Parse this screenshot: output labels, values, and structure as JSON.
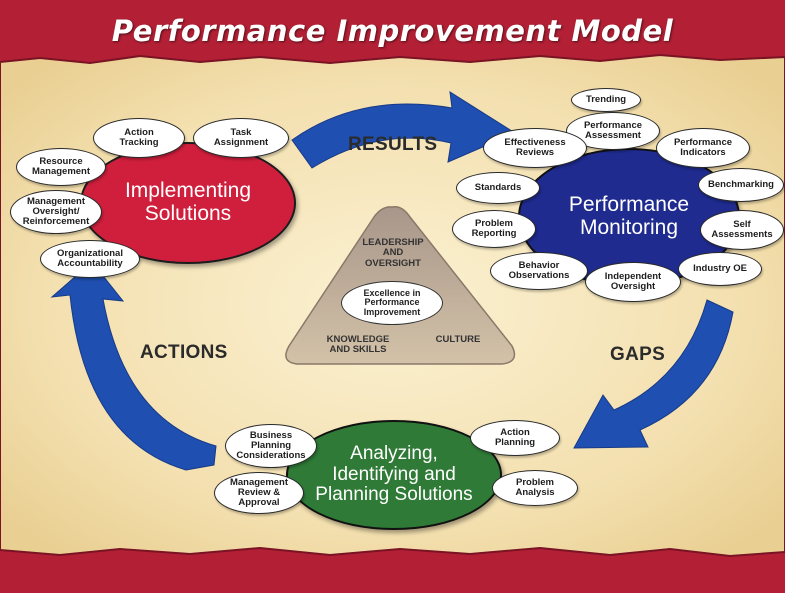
{
  "title": "Performance Improvement Model",
  "colors": {
    "border_red": "#b32035",
    "parchment": "#f6e8c2",
    "implementing": "#cf1f3c",
    "monitoring": "#1f2b8f",
    "analyzing": "#2e7a36",
    "arrow_blue": "#1f4fb0",
    "triangle": "#c5b3a0"
  },
  "hubs": {
    "implementing": "Implementing\nSolutions",
    "monitoring": "Performance\nMonitoring",
    "analyzing": "Analyzing,\nIdentifying and\nPlanning Solutions"
  },
  "flow_labels": {
    "results": "RESULTS",
    "gaps": "GAPS",
    "actions": "ACTIONS"
  },
  "implementing_items": {
    "action_tracking": "Action\nTracking",
    "task_assignment": "Task\nAssignment",
    "resource_management": "Resource\nManagement",
    "management_oversight": "Management\nOversight/\nReinforcement",
    "organizational_accountability": "Organizational\nAccountability"
  },
  "monitoring_items": {
    "trending": "Trending",
    "performance_assessment": "Performance\nAssessment",
    "effectiveness_reviews": "Effectiveness\nReviews",
    "performance_indicators": "Performance\nIndicators",
    "standards": "Standards",
    "benchmarking": "Benchmarking",
    "problem_reporting": "Problem\nReporting",
    "self_assessments": "Self\nAssessments",
    "behavior_observations": "Behavior\nObservations",
    "independent_oversight": "Independent\nOversight",
    "industry_oe": "Industry OE"
  },
  "analyzing_items": {
    "business_planning": "Business\nPlanning\nConsiderations",
    "action_planning": "Action\nPlanning",
    "management_review": "Management\nReview &\nApproval",
    "problem_analysis": "Problem\nAnalysis"
  },
  "triangle": {
    "top": "LEADERSHIP\nAND\nOVERSIGHT",
    "center": "Excellence in\nPerformance\nImprovement",
    "bottom_left": "KNOWLEDGE\nAND SKILLS",
    "bottom_right": "CULTURE"
  }
}
